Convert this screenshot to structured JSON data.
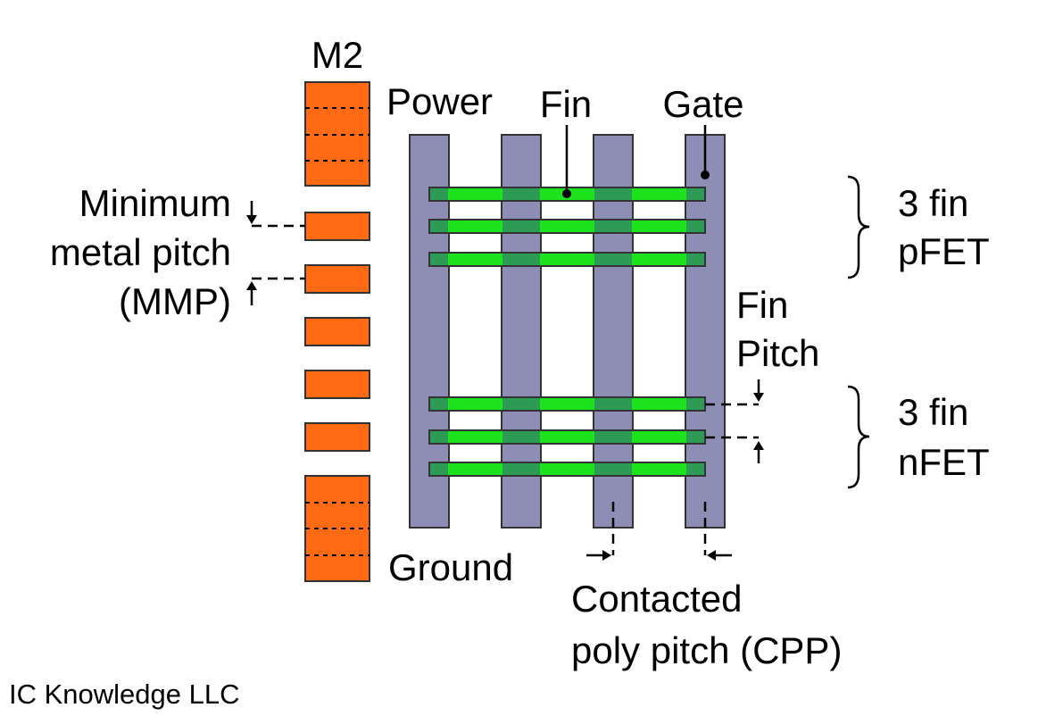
{
  "labels": {
    "m2": "M2",
    "power": "Power",
    "fin": "Fin",
    "gate": "Gate",
    "ground": "Ground",
    "mmp_line1": "Minimum",
    "mmp_line2": "metal pitch",
    "mmp_line3": "(MMP)",
    "pfet_line1": "3 fin",
    "pfet_line2": "pFET",
    "nfet_line1": "3 fin",
    "nfet_line2": "nFET",
    "fin_pitch_line1": "Fin",
    "fin_pitch_line2": "Pitch",
    "cpp_line1": "Contacted",
    "cpp_line2": "poly pitch (CPP)",
    "credit": "IC Knowledge LLC"
  },
  "colors": {
    "metal": "#ff6a13",
    "gate": "#8e8db5",
    "fin": "#1de31d",
    "fin_overlap": "#2d9a55",
    "outline": "#333333"
  }
}
